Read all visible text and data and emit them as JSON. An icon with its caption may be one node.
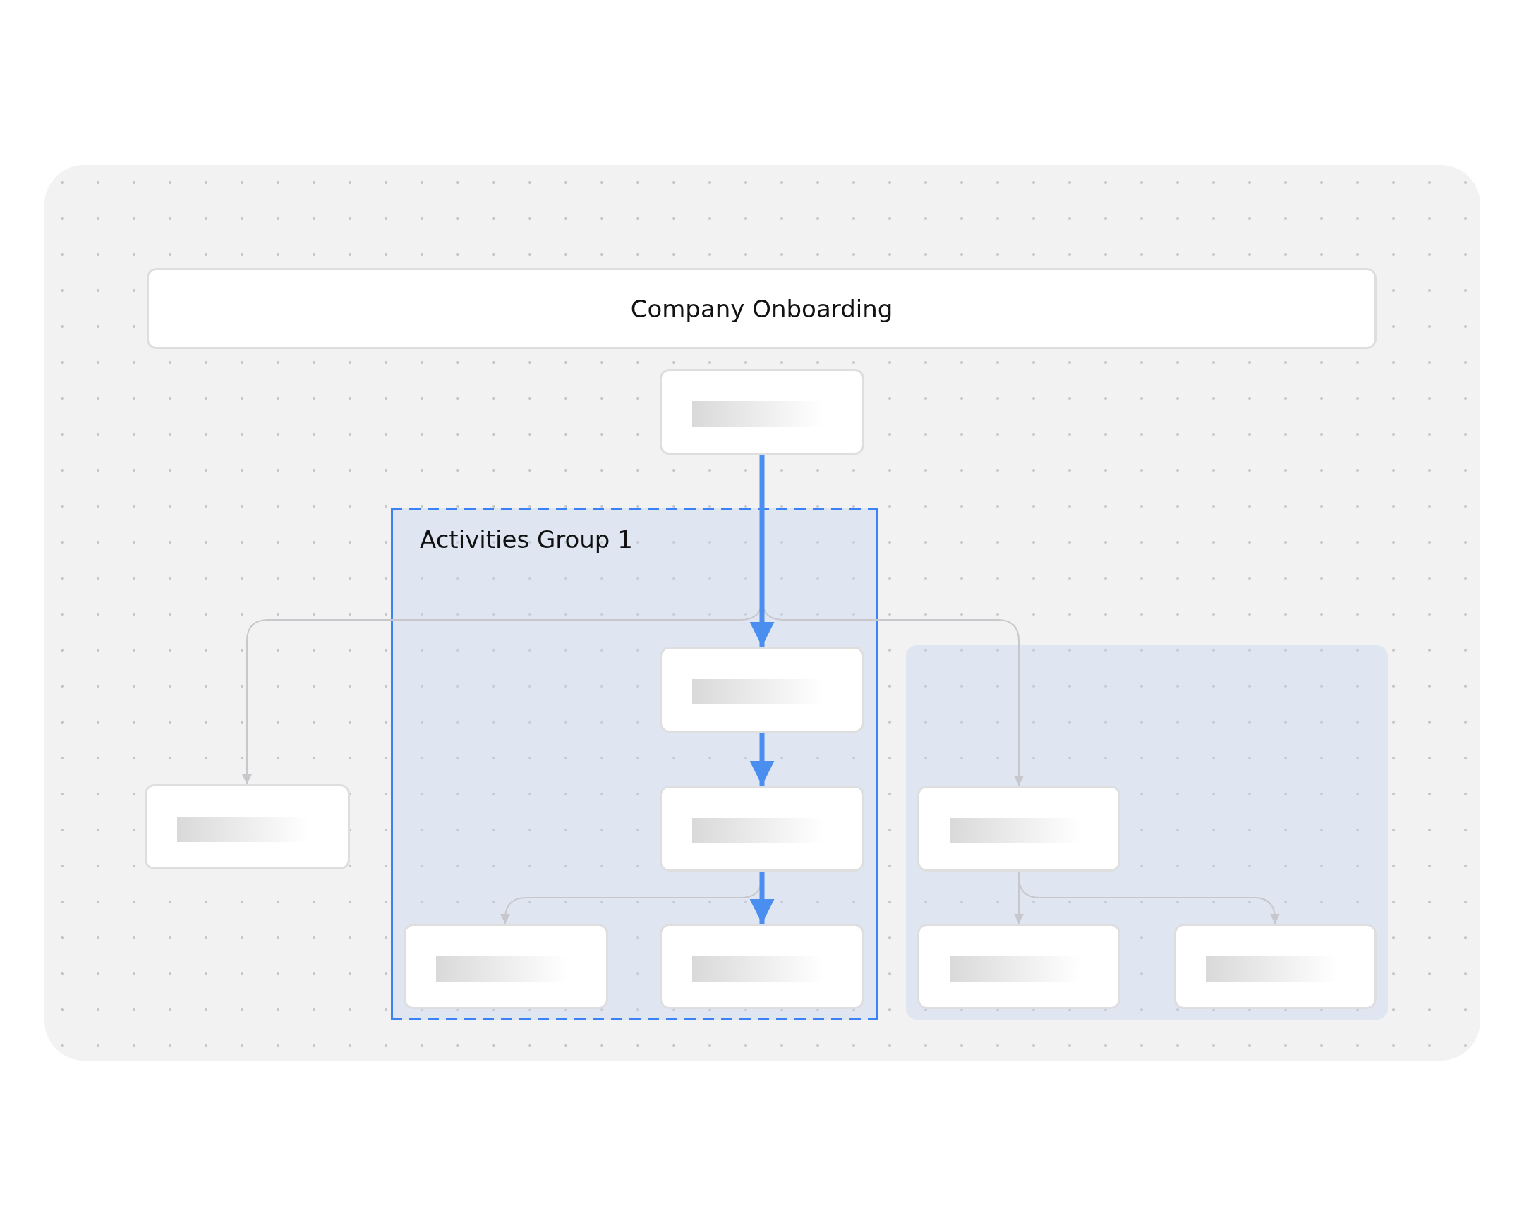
{
  "diagram": {
    "nodes": [
      {
        "text": [
          "Company Onboarding"
        ]
      },
      {
        "text": [],
        "shape": "box"
      },
      {
        "text": [
          "Activities Group 1"
        ]
      },
      {
        "text": [],
        "shape": "box",
        "in": 2
      },
      {
        "text": [],
        "shape": "box",
        "in": 2
      },
      {
        "text": [],
        "shape": "box",
        "in": 2
      },
      {
        "text": [],
        "shape": "box",
        "in": 2
      },
      {
        "text": [],
        "shape": "box"
      },
      {
        "text": [],
        "shape": "box"
      },
      {
        "text": [],
        "shape": "box",
        "in": 8
      },
      {
        "text": [],
        "shape": "box",
        "in": 8
      },
      {
        "text": [],
        "shape": "box",
        "in": 8
      }
    ],
    "edges": [
      {
        "from": 1,
        "to": 7,
        "arrow": "to"
      },
      {
        "from": 1,
        "to": 9,
        "arrow": "to"
      },
      {
        "from": 4,
        "to": 5,
        "arrow": "to"
      },
      {
        "from": 9,
        "to": 10,
        "arrow": "to"
      },
      {
        "from": 9,
        "to": 11,
        "arrow": "to"
      },
      {
        "from": 1,
        "to": 3,
        "arrow": "to",
        "style": "thick",
        "color": "#4a8ef0"
      },
      {
        "from": 3,
        "to": 4,
        "arrow": "to",
        "style": "thick",
        "color": "#4a8ef0"
      },
      {
        "from": 4,
        "to": 6,
        "arrow": "to",
        "style": "thick",
        "color": "#4a8ef0"
      }
    ]
  }
}
